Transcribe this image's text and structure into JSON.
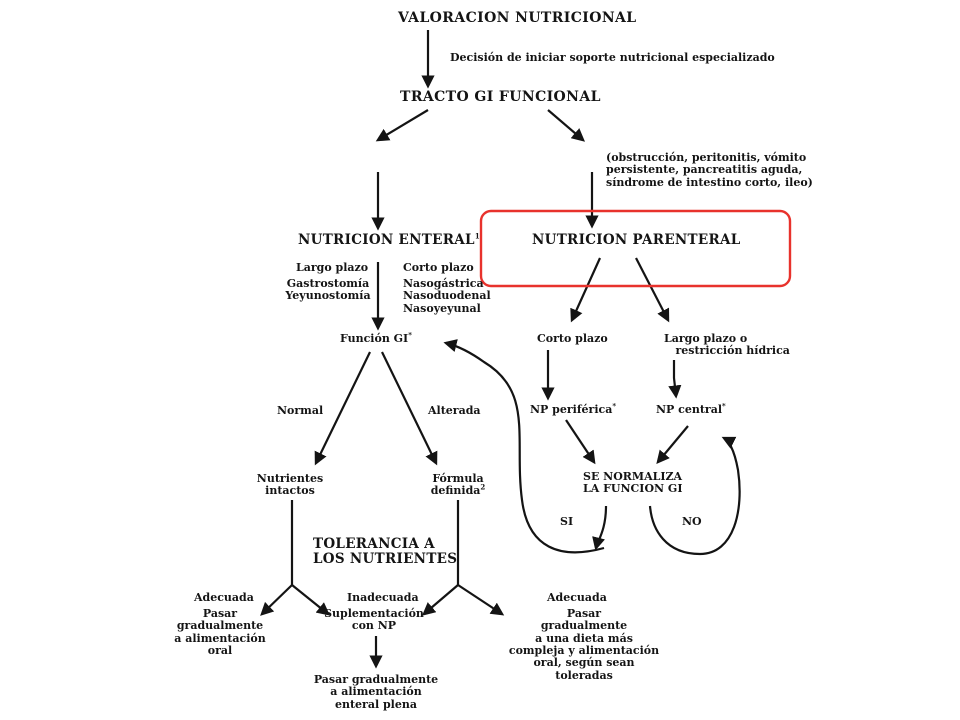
{
  "root": "VALORACION NUTRICIONAL",
  "decision": "Decisión de iniciar soporte nutricional especializado",
  "gi_tract": "TRACTO GI FUNCIONAL",
  "contraindications": "(obstrucción, peritonitis, vómito\npersistente, pancreatitis aguda,\nsíndrome de intestino corto, ileo)",
  "enteral": {
    "label": "NUTRICION ENTERAL",
    "note": "1"
  },
  "parenteral": {
    "label": "NUTRICION PARENTERAL",
    "highlight_color": "#e8322c"
  },
  "enteral_long": "Largo plazo",
  "enteral_short": "Corto plazo",
  "enteral_long_routes": "Gastrostomía\nYeyunostomía",
  "enteral_short_routes": "Nasogástrica\nNasoduodenal\nNasoyeyunal",
  "gi_function": "Función GI",
  "asterisk": "*",
  "normal": "Normal",
  "altered": "Alterada",
  "intact_nutrients": "Nutrientes\nintactos",
  "defined_formula": {
    "label": "Fórmula\ndefinida",
    "note": "2"
  },
  "tolerance": "TOLERANCIA A\nLOS NUTRIENTES",
  "adequate_left": "Adecuada",
  "adequate_left_action": "Pasar\ngradualmente\na alimentación\noral",
  "inadequate": "Inadecuada",
  "supplementation": "Suplementación\ncon NP",
  "enteral_full": "Pasar gradualmente\na alimentación\nenteral plena",
  "adequate_right": "Adecuada",
  "adequate_right_action": "Pasar\ngradualmente\na una dieta más\ncompleja y alimentación\noral, según sean\ntoleradas",
  "pn_short": "Corto plazo",
  "pn_long": "Largo plazo o\n   restricción hídrica",
  "np_peripheral": "NP periférica",
  "np_central": "NP central",
  "normalizes": "SE NORMALIZA\nLA FUNCION GI",
  "yes": "SI",
  "no": "NO"
}
